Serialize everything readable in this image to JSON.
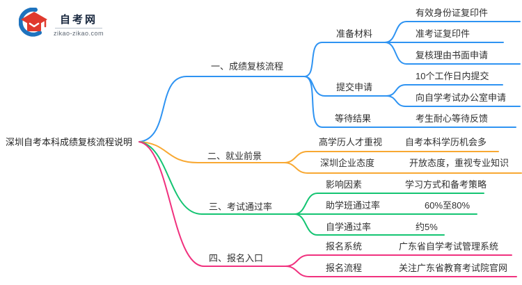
{
  "logo": {
    "title": "自考网",
    "domain": "zikao-zikao.com"
  },
  "root": {
    "label": "深圳自考本科成绩复核流程说明"
  },
  "colors": {
    "branch1": "#2E93F2",
    "branch2": "#F8A832",
    "branch3": "#14C472",
    "bran4_note": "",
    "branch4": "#F0317E",
    "text": "#2f2f2f"
  },
  "branches": [
    {
      "label": "一、成绩复核流程",
      "color": "#2E93F2",
      "children": [
        {
          "label": "准备材料",
          "leaves": [
            "有效身份证复印件",
            "准考证复印件",
            "复核理由书面申请"
          ]
        },
        {
          "label": "提交申请",
          "leaves": [
            "10个工作日内提交",
            "向自学考试办公室申请"
          ]
        },
        {
          "label": "等待结果",
          "leaves": [
            "考生耐心等待反馈"
          ]
        }
      ]
    },
    {
      "label": "二、就业前景",
      "color": "#F8A832",
      "children": [
        {
          "label": "高学历人才重视",
          "leaves": [
            "自考本科学历机会多"
          ]
        },
        {
          "label": "深圳企业态度",
          "leaves": [
            "开放态度，重视专业知识"
          ]
        }
      ]
    },
    {
      "label": "三、考试通过率",
      "color": "#14C472",
      "children": [
        {
          "label": "影响因素",
          "leaves": [
            "学习方式和备考策略"
          ]
        },
        {
          "label": "助学班通过率",
          "leaves": [
            "60%至80%"
          ]
        },
        {
          "label": "自学通过率",
          "leaves": [
            "约5%"
          ]
        }
      ]
    },
    {
      "label": "四、报名入口",
      "color": "#F0317E",
      "children": [
        {
          "label": "报名系统",
          "leaves": [
            "广东省自学考试管理系统"
          ]
        },
        {
          "label": "报名流程",
          "leaves": [
            "关注广东省教育考试院官网"
          ]
        }
      ]
    }
  ]
}
